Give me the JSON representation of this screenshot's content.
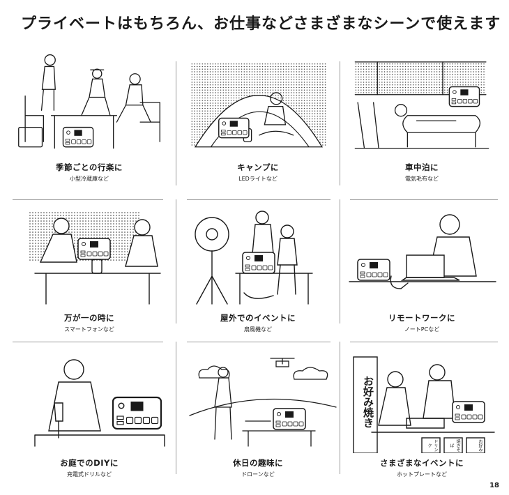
{
  "title": "プライベートはもちろん、お仕事などさまざまなシーンで使えます",
  "scenes": [
    {
      "main": "季節ごとの行楽に",
      "sub": "小型冷蔵庫など"
    },
    {
      "main": "キャンプに",
      "sub": "LEDライトなど"
    },
    {
      "main": "車中泊に",
      "sub": "電気毛布など"
    },
    {
      "main": "万が一の時に",
      "sub": "スマートフォンなど"
    },
    {
      "main": "屋外でのイベントに",
      "sub": "扇風機など"
    },
    {
      "main": "リモートワークに",
      "sub": "ノートPCなど"
    },
    {
      "main": "お庭でのDIYに",
      "sub": "充電式ドリルなど"
    },
    {
      "main": "休日の趣味に",
      "sub": "ドローンなど"
    },
    {
      "main": "さまざまなイベントに",
      "sub": "ホットプレートなど"
    }
  ],
  "signs": {
    "banner": "お好み焼き",
    "tag1": "ドリンク",
    "tag2": "焼きそば",
    "tag3": "お好み"
  },
  "page_number": "18"
}
